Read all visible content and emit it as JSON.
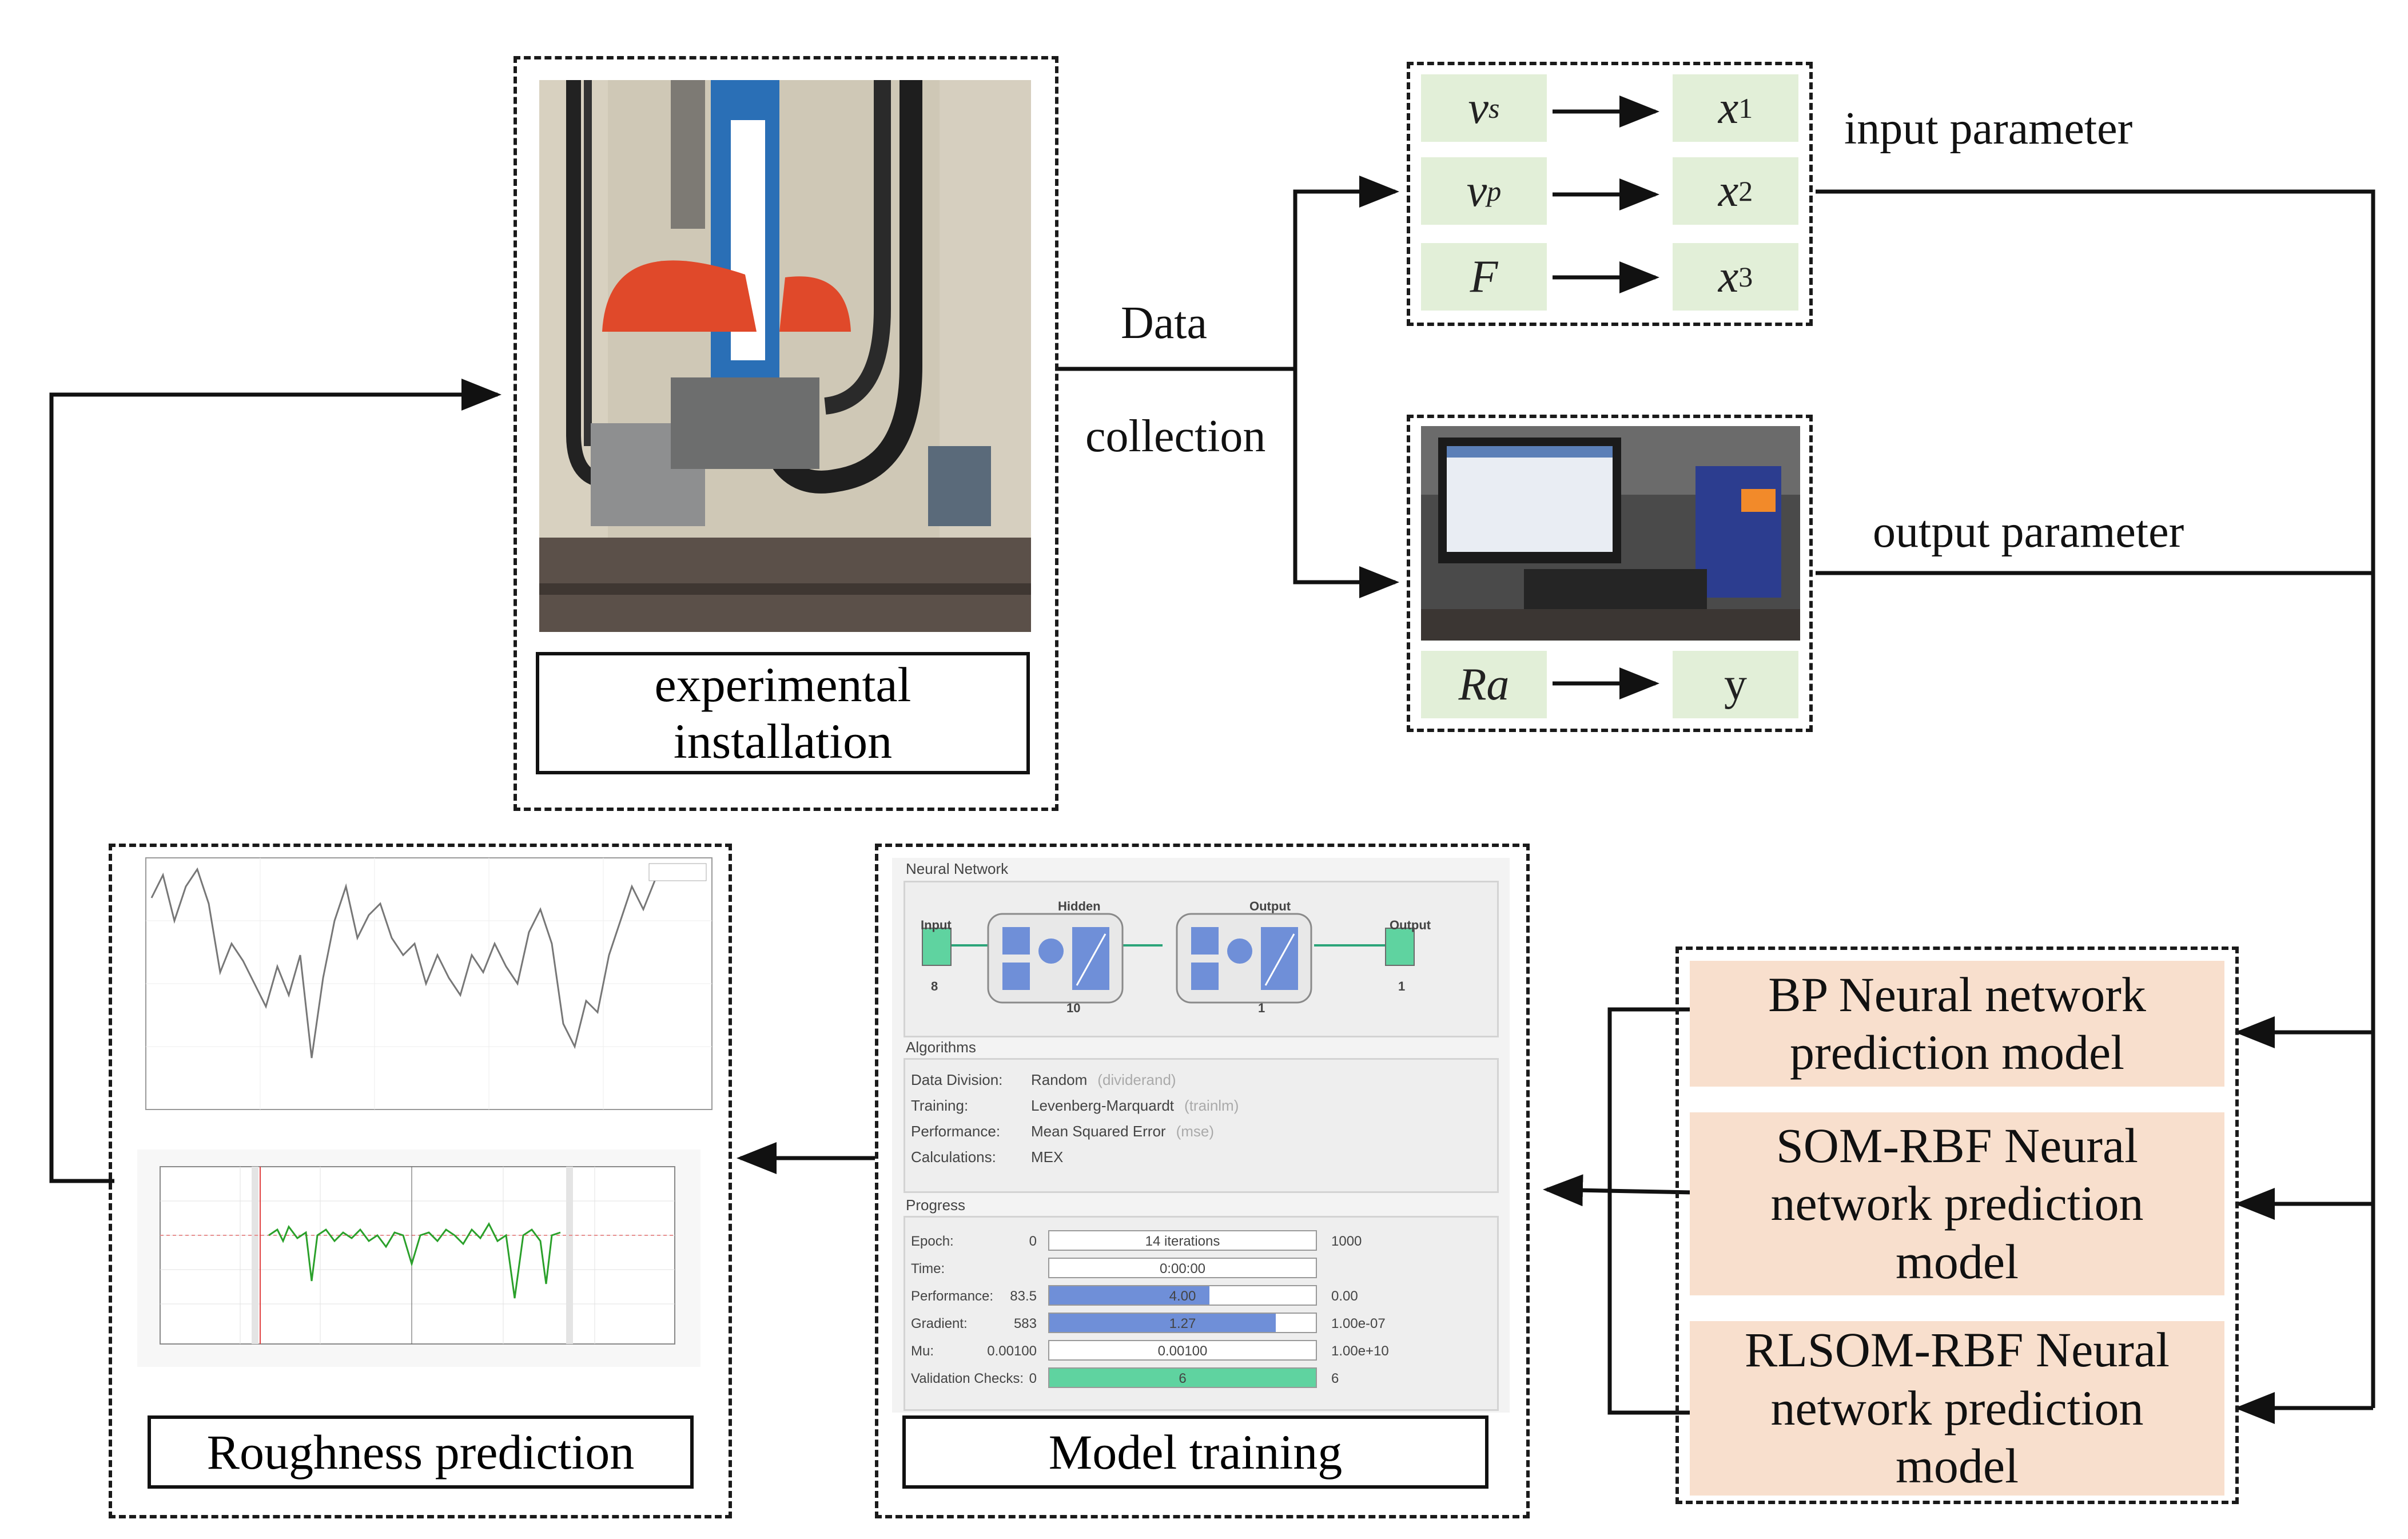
{
  "flow": {
    "experimental_installation": "experimental installation",
    "data_collection_1": "Data",
    "data_collection_2": "collection",
    "input_parameter": "input parameter",
    "output_parameter": "output parameter",
    "roughness_prediction": "Roughness prediction",
    "model_training": "Model training"
  },
  "mapping": {
    "inputs": [
      {
        "from": "v",
        "from_sub": "s",
        "to": "x",
        "to_sub": "1"
      },
      {
        "from": "v",
        "from_sub": "p",
        "to": "x",
        "to_sub": "2"
      },
      {
        "from": "F",
        "from_sub": "",
        "to": "x",
        "to_sub": "3"
      }
    ],
    "output": {
      "from": "Ra",
      "to": "y"
    }
  },
  "models": [
    "BP Neural network prediction model",
    "SOM-RBF Neural network prediction model",
    "RLSOM-RBF Neural network prediction model"
  ],
  "nn_panel": {
    "title": "Neural Network",
    "input_label": "Input",
    "input_count": "8",
    "hidden_label": "Hidden",
    "hidden_count": "10",
    "output_layer_label": "Output",
    "output_layer_count": "1",
    "output_label": "Output",
    "output_count": "1",
    "algorithms_title": "Algorithms",
    "algorithms": [
      {
        "name": "Data Division:",
        "value": "Random",
        "note": "(dividerand)"
      },
      {
        "name": "Training:",
        "value": "Levenberg-Marquardt",
        "note": "(trainlm)"
      },
      {
        "name": "Performance:",
        "value": "Mean Squared Error",
        "note": "(mse)"
      },
      {
        "name": "Calculations:",
        "value": "MEX",
        "note": ""
      }
    ],
    "progress_title": "Progress",
    "progress": [
      {
        "name": "Epoch:",
        "min": "0",
        "value": "14 iterations",
        "max": "1000",
        "fill": 0.0
      },
      {
        "name": "Time:",
        "min": "",
        "value": "0:00:00",
        "max": "",
        "fill": 0.0
      },
      {
        "name": "Performance:",
        "min": "83.5",
        "value": "4.00",
        "max": "0.00",
        "fill": 0.6
      },
      {
        "name": "Gradient:",
        "min": "583",
        "value": "1.27",
        "max": "1.00e-07",
        "fill": 0.85
      },
      {
        "name": "Mu:",
        "min": "0.00100",
        "value": "0.00100",
        "max": "1.00e+10",
        "fill": 0.0
      },
      {
        "name": "Validation Checks:",
        "min": "0",
        "value": "6",
        "max": "6",
        "fill": 1.0
      }
    ]
  },
  "colors": {
    "input_box": "#e2efd8",
    "model_box": "#f8dfcd",
    "nn_block": "#6f8fd8",
    "nn_io": "#5fd3a0",
    "signal": "#2aa02a",
    "profile": "#777777"
  }
}
